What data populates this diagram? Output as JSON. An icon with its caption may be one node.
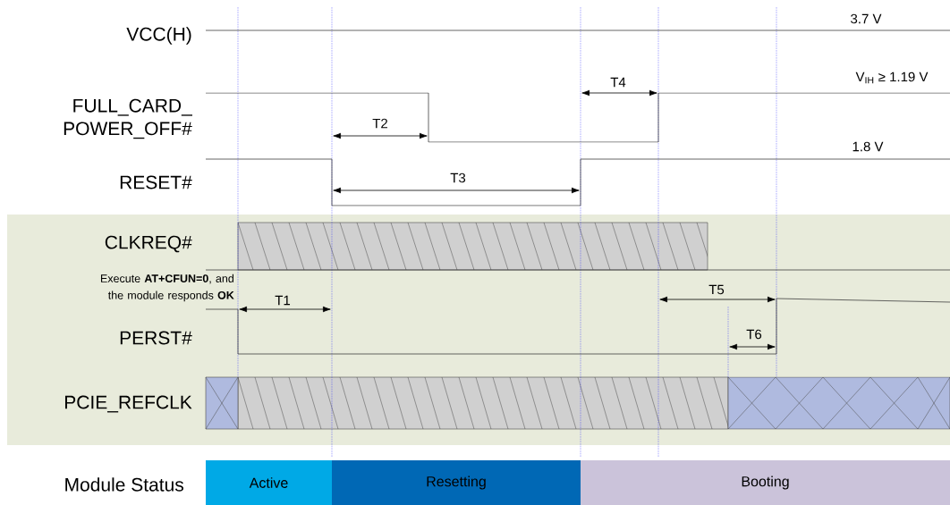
{
  "diagram": {
    "nodes": [
      {
        "text": [
          "Active"
        ]
      },
      {
        "text": [
          "Resetting"
        ]
      },
      {
        "text": [
          "Booting"
        ]
      }
    ],
    "labels": [
      "3.7 V",
      "VCC(H)",
      "T4",
      "V$_{IH}$ ≥ 1.19 V",
      "FULL_CARD_ POWER_OFF#",
      "T2",
      "1.8 V",
      "RESET#",
      "T3",
      "CLKREQ#",
      "Execute **AT+CFUN=0**, and the module responds **OK**",
      "T1",
      "T5",
      "PERST#",
      "T6",
      "PCIE_REFCLK",
      "Module Status"
    ]
  }
}
